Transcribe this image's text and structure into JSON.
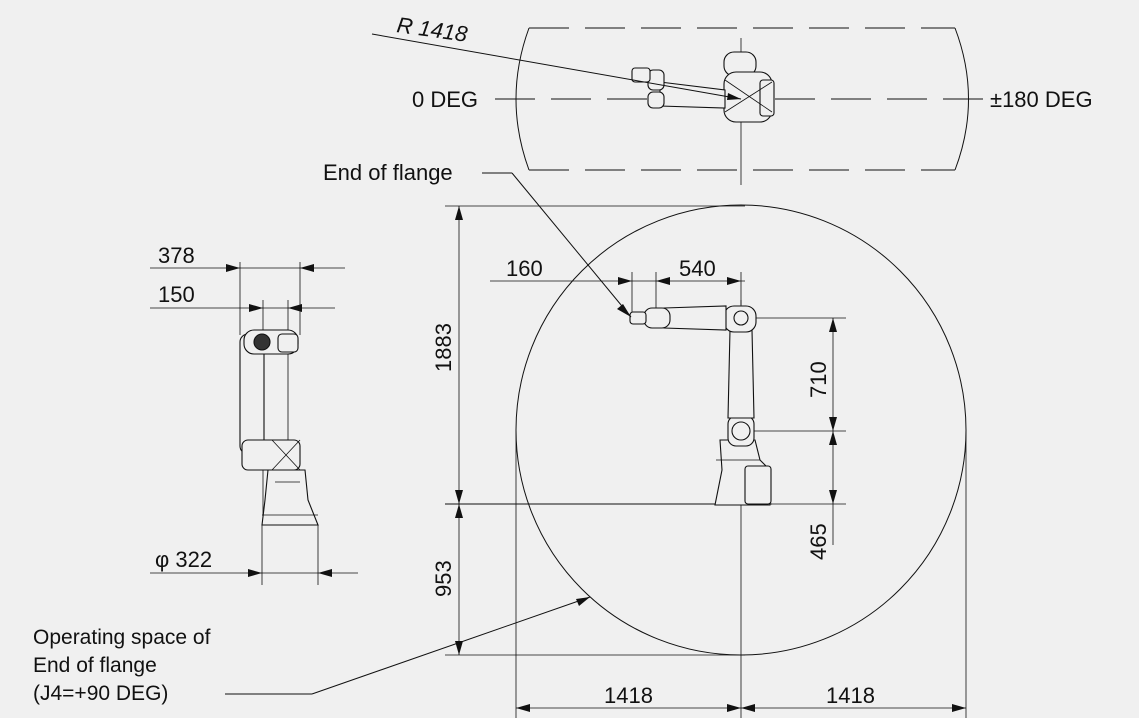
{
  "top_view": {
    "radius_label": "R 1418",
    "angle_left": "0 DEG",
    "angle_right": "±180 DEG"
  },
  "labels": {
    "end_of_flange": "End of flange",
    "operating_space_line1": "Operating space of",
    "operating_space_line2": "End of flange",
    "operating_space_line3": "(J4=+90 DEG)"
  },
  "side_view": {
    "dim_378": "378",
    "dim_150": "150",
    "dim_phi_322": "φ 322"
  },
  "front_view": {
    "dim_160": "160",
    "dim_540": "540",
    "dim_1883": "1883",
    "dim_953": "953",
    "dim_710": "710",
    "dim_465": "465",
    "dim_1418_left": "1418",
    "dim_1418_right": "1418"
  },
  "colors": {
    "background": "#f0f0f0",
    "line": "#111111"
  }
}
